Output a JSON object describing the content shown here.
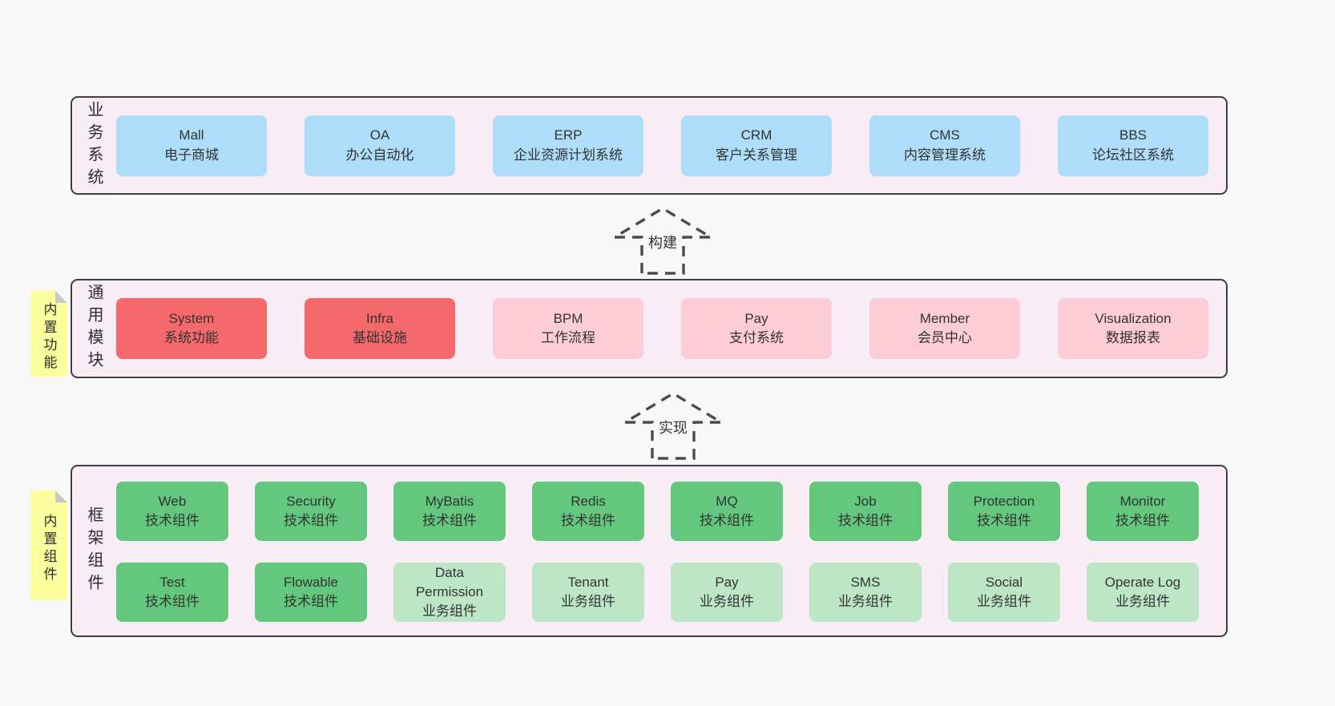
{
  "colors": {
    "page_bg": "#f8f8f8",
    "band_bg": "#f8edf5",
    "band_border": "#3f3f3f",
    "box_blue": "#aeddfa",
    "box_red": "#f5696c",
    "box_pink": "#fccdd7",
    "box_green": "#63c77d",
    "box_green_light": "#bce6c6",
    "note_yellow": "#fdff9e",
    "note_fold_gray": "#c9c9c9",
    "text": "#333333",
    "arrow_stroke": "#4b4b4b"
  },
  "arrows": [
    {
      "label": "构建"
    },
    {
      "label": "实现"
    }
  ],
  "bands": [
    {
      "label": "业务系统",
      "boxes": [
        {
          "name": "Mall",
          "subtitle": "电子商城"
        },
        {
          "name": "OA",
          "subtitle": "办公自动化"
        },
        {
          "name": "ERP",
          "subtitle": "企业资源计划系统"
        },
        {
          "name": "CRM",
          "subtitle": "客户关系管理"
        },
        {
          "name": "CMS",
          "subtitle": "内容管理系统"
        },
        {
          "name": "BBS",
          "subtitle": "论坛社区系统"
        }
      ]
    },
    {
      "label": "通用模块",
      "note": "内置功能",
      "boxes": [
        {
          "name": "System",
          "subtitle": "系统功能"
        },
        {
          "name": "Infra",
          "subtitle": "基础设施"
        },
        {
          "name": "BPM",
          "subtitle": "工作流程"
        },
        {
          "name": "Pay",
          "subtitle": "支付系统"
        },
        {
          "name": "Member",
          "subtitle": "会员中心"
        },
        {
          "name": "Visualization",
          "subtitle": "数据报表"
        }
      ]
    },
    {
      "label": "框架组件",
      "note": "内置组件",
      "rows": [
        [
          {
            "name": "Web",
            "subtitle": "技术组件"
          },
          {
            "name": "Security",
            "subtitle": "技术组件"
          },
          {
            "name": "MyBatis",
            "subtitle": "技术组件"
          },
          {
            "name": "Redis",
            "subtitle": "技术组件"
          },
          {
            "name": "MQ",
            "subtitle": "技术组件"
          },
          {
            "name": "Job",
            "subtitle": "技术组件"
          },
          {
            "name": "Protection",
            "subtitle": "技术组件"
          },
          {
            "name": "Monitor",
            "subtitle": "技术组件"
          }
        ],
        [
          {
            "name": "Test",
            "subtitle": "技术组件"
          },
          {
            "name": "Flowable",
            "subtitle": "技术组件"
          },
          {
            "name": "Data Permission",
            "subtitle": "业务组件"
          },
          {
            "name": "Tenant",
            "subtitle": "业务组件"
          },
          {
            "name": "Pay",
            "subtitle": "业务组件"
          },
          {
            "name": "SMS",
            "subtitle": "业务组件"
          },
          {
            "name": "Social",
            "subtitle": "业务组件"
          },
          {
            "name": "Operate Log",
            "subtitle": "业务组件"
          }
        ]
      ]
    }
  ]
}
